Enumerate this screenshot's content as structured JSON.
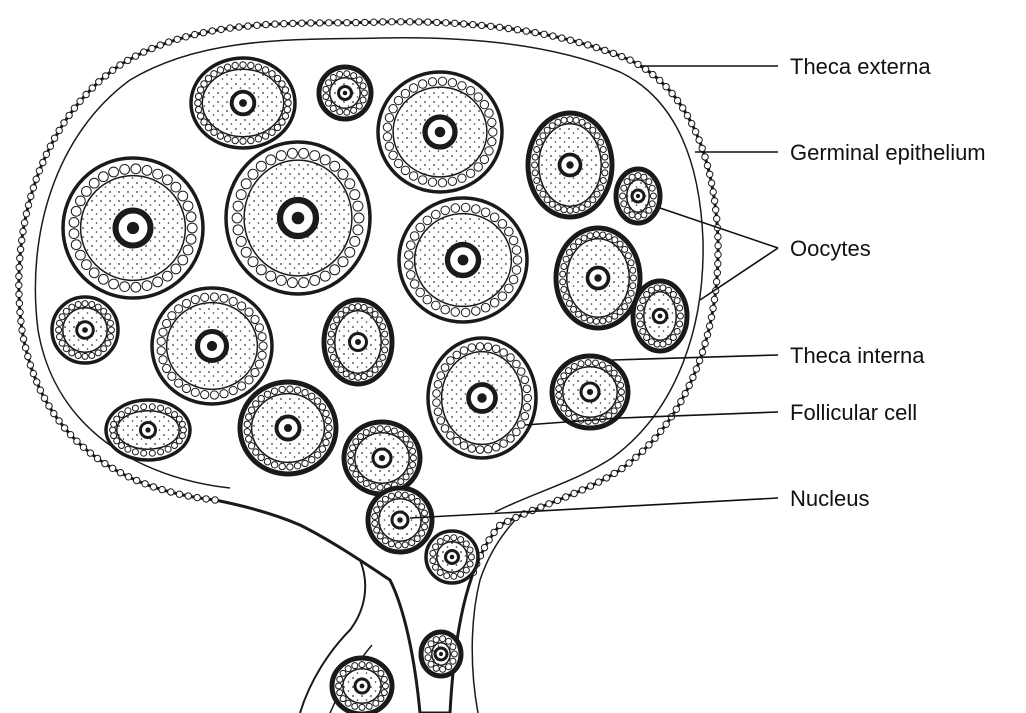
{
  "labels": {
    "theca_externa": "Theca externa",
    "germinal_epithelium": "Germinal epithelium",
    "oocytes": "Oocytes",
    "theca_interna": "Theca interna",
    "follicular_cell": "Follicular cell",
    "nucleus": "Nucleus"
  },
  "colors": {
    "ink": "#1a1a1a",
    "paper": "#ffffff",
    "ring_dark": "#222222"
  }
}
